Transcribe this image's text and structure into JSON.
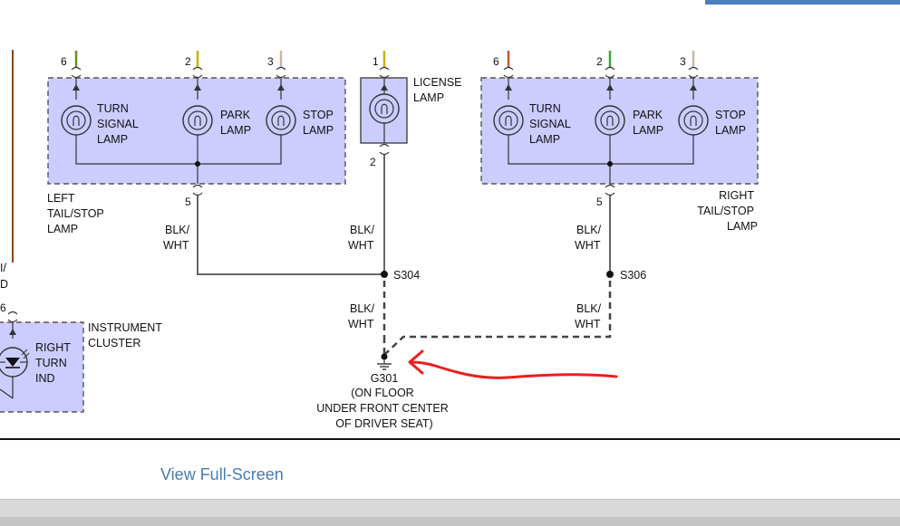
{
  "page": {
    "view_full_screen_label": "View Full-Screen"
  },
  "colors": {
    "component_fill": "#ccccff",
    "wire": "#555555",
    "annotation_arrow": "#e8201e",
    "link": "#4a7ab0",
    "accent_bar": "#4a7fc0"
  },
  "icons": [
    "bulb-icon",
    "ground-icon",
    "led-icon",
    "connector-icon",
    "splice-icon"
  ],
  "diagram": {
    "left_assembly": {
      "name_lines": [
        "LEFT",
        "TAIL/STOP",
        "LAMP"
      ],
      "pin_turn": "6",
      "pin_park": "2",
      "pin_stop": "3",
      "pin_ground": "5",
      "turn_lines": [
        "TURN",
        "SIGNAL",
        "LAMP"
      ],
      "park_lines": [
        "PARK",
        "LAMP"
      ],
      "stop_lines": [
        "STOP",
        "LAMP"
      ]
    },
    "license": {
      "name_lines": [
        "LICENSE",
        "LAMP"
      ],
      "pin_top": "1",
      "pin_bottom": "2"
    },
    "right_assembly": {
      "name_lines": [
        "RIGHT",
        "TAIL/STOP",
        "LAMP"
      ],
      "pin_turn": "6",
      "pin_park": "2",
      "pin_stop": "3",
      "pin_ground": "5",
      "turn_lines": [
        "TURN",
        "SIGNAL",
        "LAMP"
      ],
      "park_lines": [
        "PARK",
        "LAMP"
      ],
      "stop_lines": [
        "STOP",
        "LAMP"
      ]
    },
    "wire_color_lines": [
      "BLK/",
      "WHT"
    ],
    "splice_s304": "S304",
    "splice_s306": "S306",
    "cluster": {
      "name_lines": [
        "INSTRUMENT",
        "CLUSTER"
      ],
      "ind_lines": [
        "RIGHT",
        "TURN",
        "IND"
      ],
      "pin": "6"
    },
    "cutoff_left_lines": [
      "I/",
      "D"
    ],
    "ground": {
      "id": "G301",
      "location_lines": [
        "(ON FLOOR",
        "UNDER FRONT CENTER",
        "OF DRIVER SEAT)"
      ]
    }
  }
}
